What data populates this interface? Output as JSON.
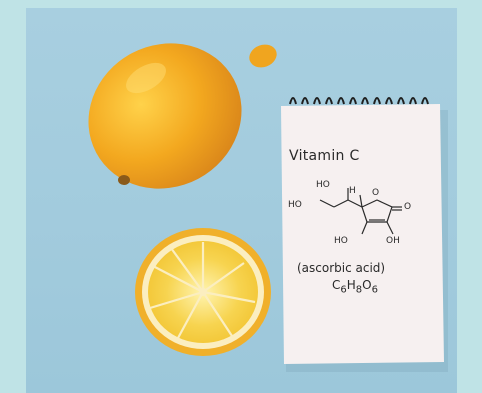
{
  "notebook": {
    "title": "Vitamin C",
    "subtitle": "(ascorbic acid)",
    "formula": {
      "c": "C",
      "c_count": "6",
      "h": "H",
      "h_count": "8",
      "o": "O",
      "o_count": "6"
    },
    "structure_labels": {
      "ho_top": "HO",
      "ho_left": "HO",
      "h": "H",
      "o_ring": "O",
      "o_carbonyl": "O",
      "ho_bottom": "HO",
      "oh_bottom": "OH"
    }
  },
  "colors": {
    "background": "#a2cbdd",
    "frame": "#bfe3e6",
    "lemon": "#f2a51e",
    "lemon_flesh": "#f8d349",
    "paper": "#f5efef"
  }
}
